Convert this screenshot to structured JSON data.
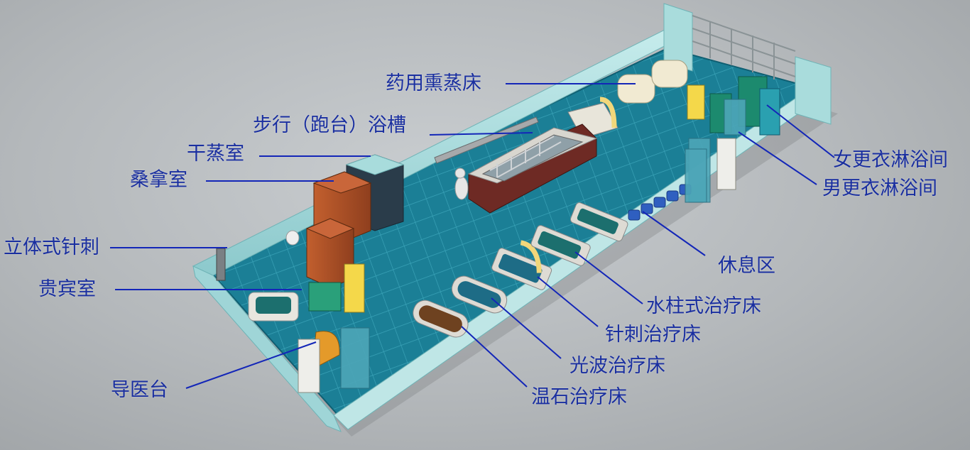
{
  "labels": {
    "herbal_steam_bed": "药用熏蒸床",
    "walking_bath": "步行（跑台）浴槽",
    "dry_steam_room": "干蒸室",
    "sauna_room": "桑拿室",
    "standing_acupuncture": "立体式针刺",
    "vip_room": "贵宾室",
    "guide_desk": "导医台",
    "womens_changing_shower": "女更衣淋浴间",
    "mens_changing_shower": "男更衣淋浴间",
    "rest_area": "休息区",
    "water_column_bed": "水柱式治疗床",
    "acupuncture_bed": "针刺治疗床",
    "lightwave_bed": "光波治疗床",
    "warm_stone_bed": "温石治疗床"
  },
  "colors": {
    "label_text": "#1a2fa0",
    "leader_line": "#1326b8",
    "floor": "#1b7f96",
    "wall": "#a9dcdc",
    "sauna_wood": "#b0532a",
    "pool_body": "#6e2a24"
  }
}
